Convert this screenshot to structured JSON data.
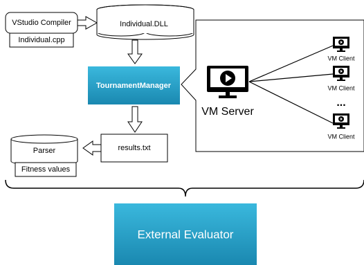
{
  "compiler": {
    "title": "VStudio Compiler",
    "source": "Individual.cpp"
  },
  "dll": {
    "label": "Individual.DLL"
  },
  "manager": {
    "label": "TournamentManager"
  },
  "server": {
    "label": "VM Server"
  },
  "clients": [
    {
      "label": "VM Client"
    },
    {
      "label": "VM Client"
    },
    {
      "label": "VM Client"
    }
  ],
  "ellipsis": "...",
  "results": {
    "label": "results.txt"
  },
  "parser": {
    "label": "Parser",
    "output": "Fitness values"
  },
  "evaluator": {
    "label": "External Evaluator"
  },
  "colors": {
    "accent_top": "#3ab8dd",
    "accent_bottom": "#1a88b0",
    "ink": "#000000"
  }
}
